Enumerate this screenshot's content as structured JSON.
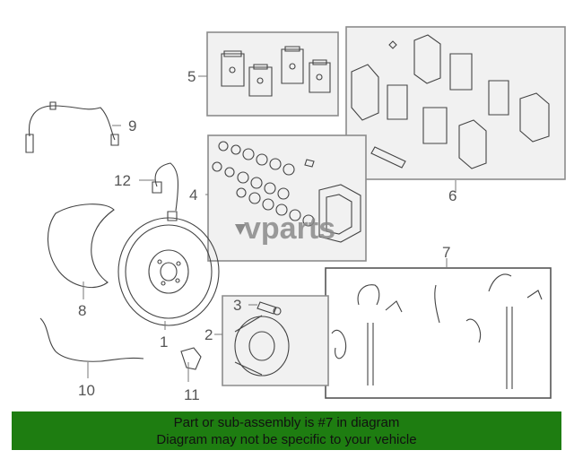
{
  "diagram": {
    "watermark": "vparts",
    "callouts": [
      "1",
      "2",
      "3",
      "4",
      "5",
      "6",
      "7",
      "8",
      "9",
      "10",
      "11",
      "12"
    ]
  },
  "banner": {
    "line1": "Part or sub-assembly is #7 in diagram",
    "line2": "Diagram may not be specific to your vehicle",
    "color": "#1e7d11"
  }
}
